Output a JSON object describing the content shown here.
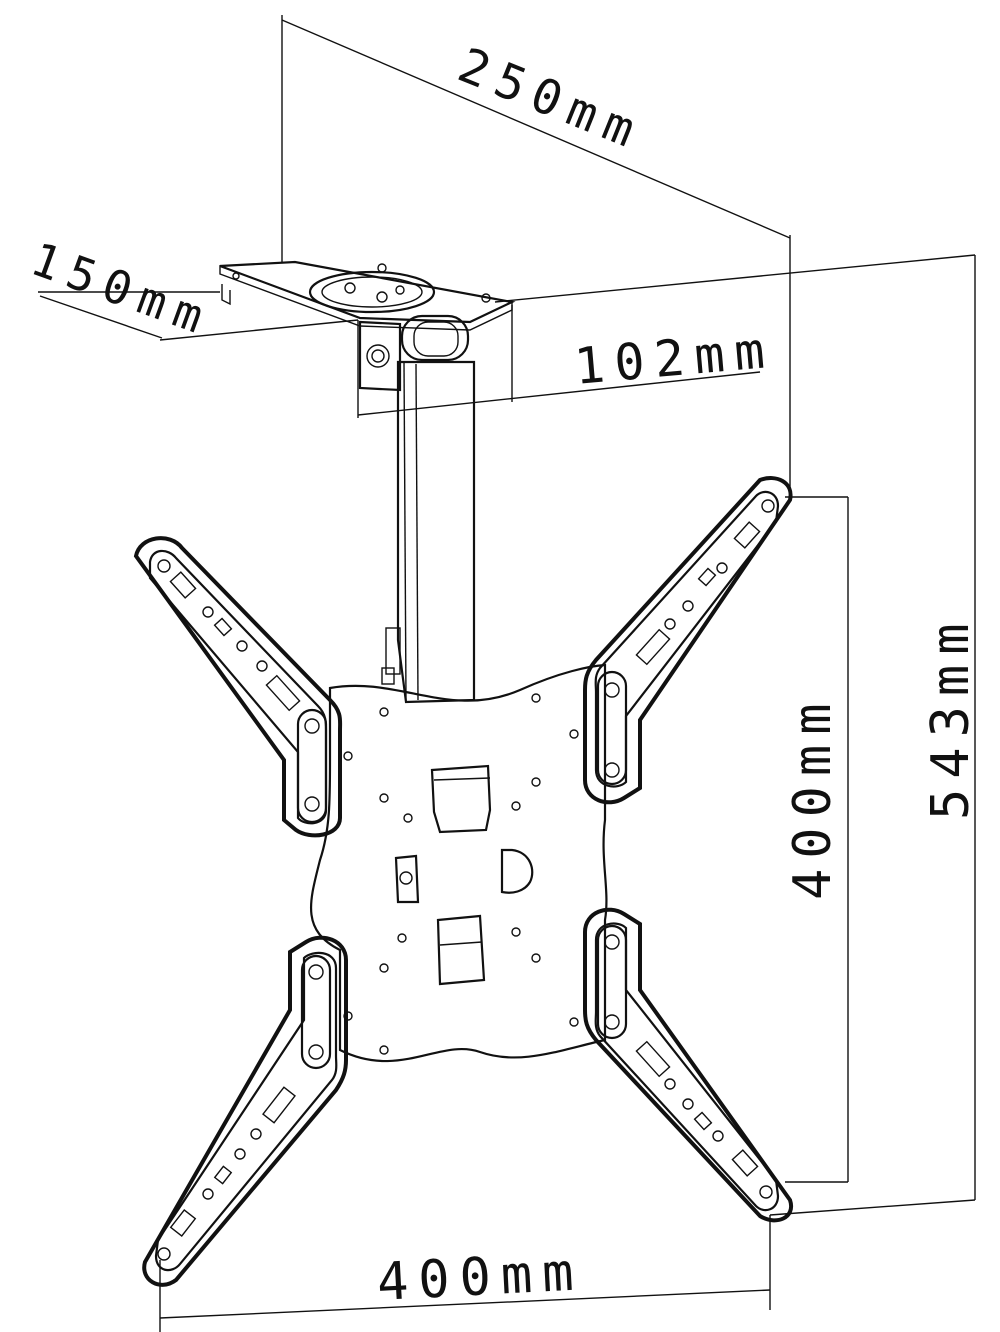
{
  "dimensions": {
    "depth_top": "250mm",
    "plate_width": "150mm",
    "plate_depth": "102mm",
    "total_height": "543mm",
    "vesa_vertical": "400mm",
    "vesa_horizontal": "400mm"
  },
  "colors": {
    "ink": "#111111",
    "paper": "#ffffff"
  }
}
